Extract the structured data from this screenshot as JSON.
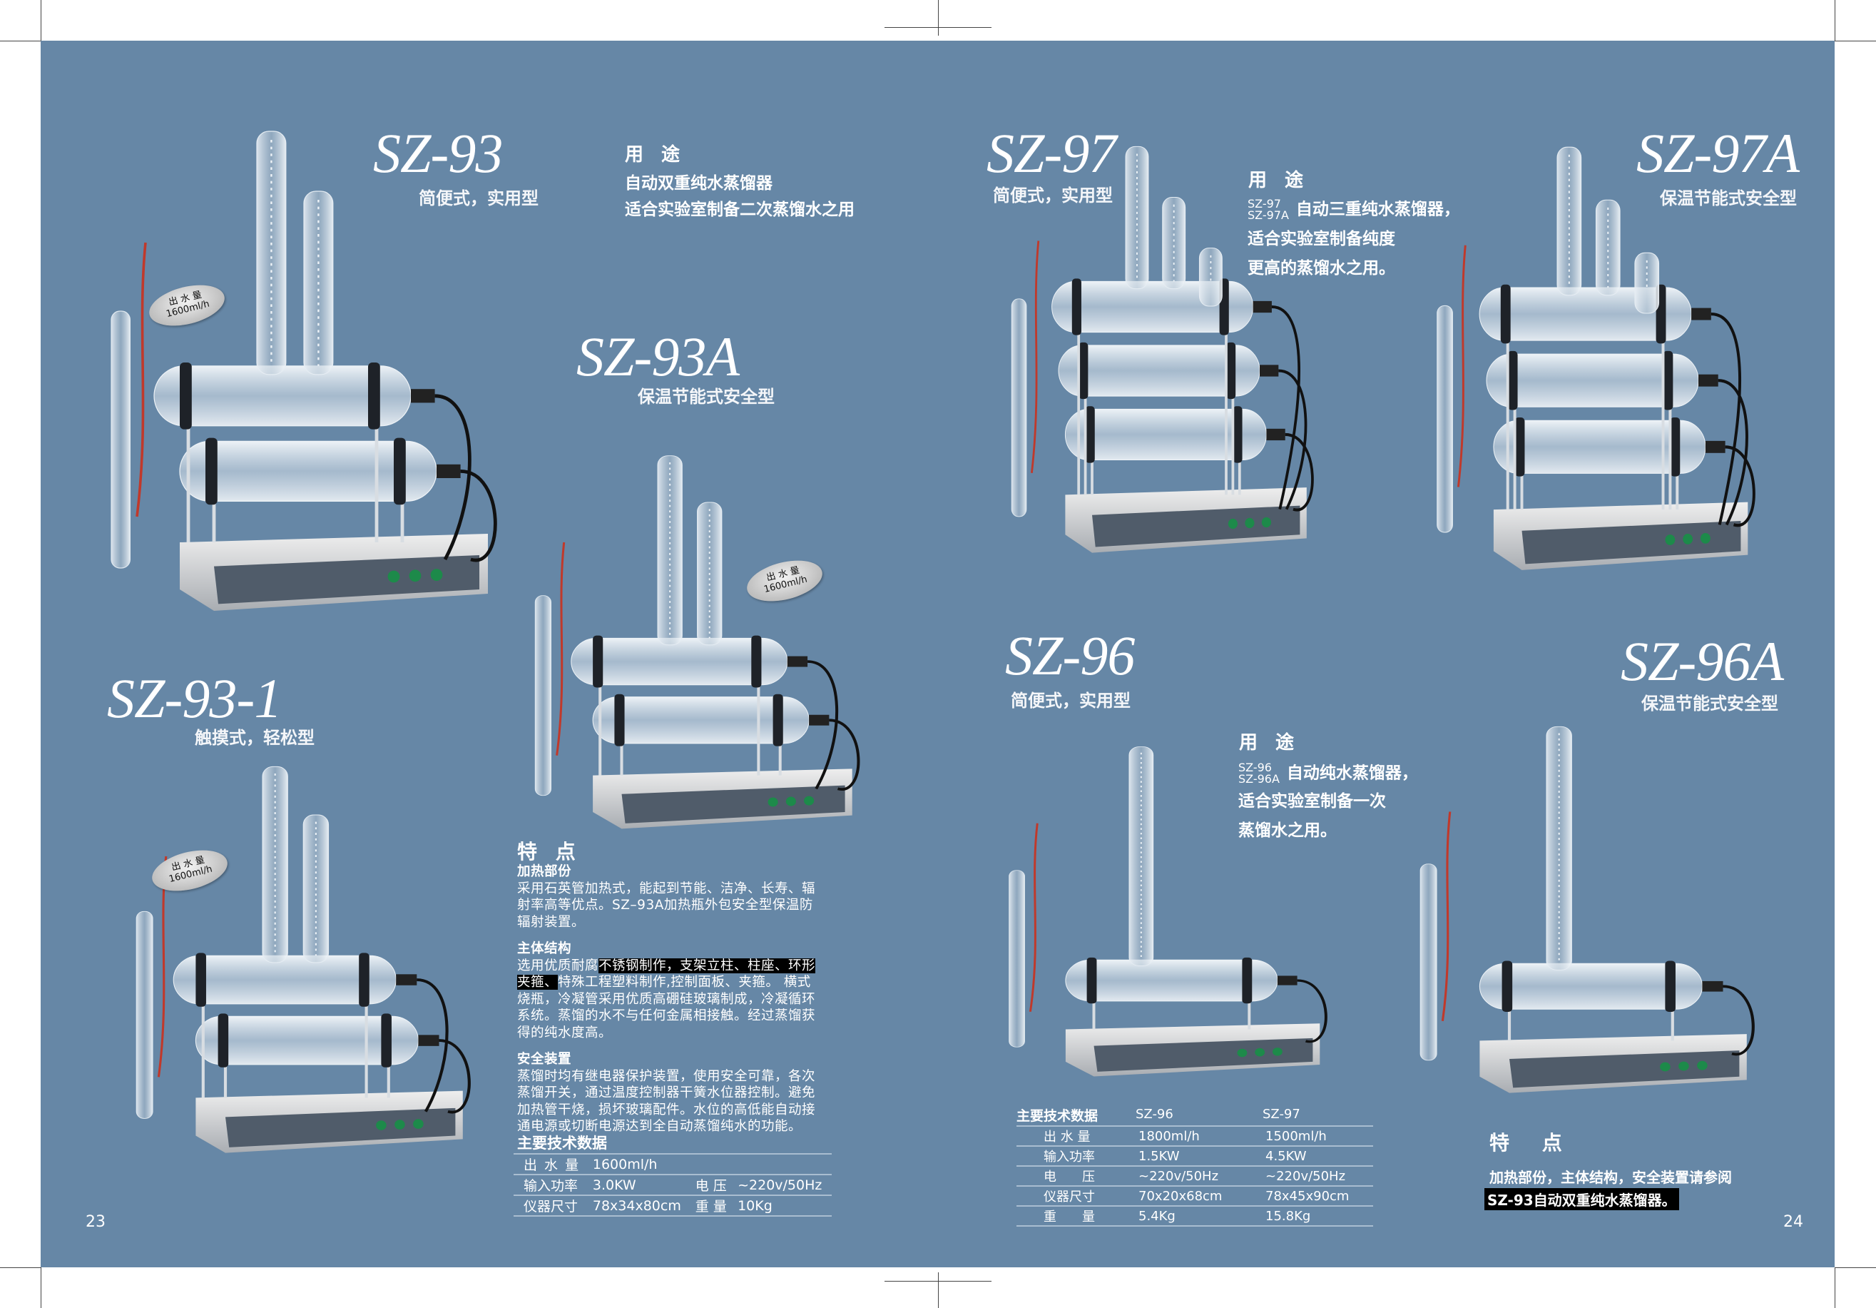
{
  "page_numbers": {
    "left": "23",
    "right": "24"
  },
  "products": {
    "sz93": {
      "model": "SZ-93",
      "subtitle": "简便式，实用型"
    },
    "sz93a": {
      "model": "SZ-93A",
      "subtitle": "保温节能式安全型"
    },
    "sz93_1": {
      "model": "SZ-93-1",
      "subtitle": "触摸式，轻松型"
    },
    "sz97": {
      "model": "SZ-97",
      "subtitle": "简便式，实用型"
    },
    "sz97a": {
      "model": "SZ-97A",
      "subtitle": "保温节能式安全型"
    },
    "sz96": {
      "model": "SZ-96",
      "subtitle": "简便式，实用型"
    },
    "sz96a": {
      "model": "SZ-96A",
      "subtitle": "保温节能式安全型"
    }
  },
  "badge": {
    "label": "出 水 量",
    "value": "1600ml/h"
  },
  "usage_93": {
    "heading": "用 途",
    "lines": [
      "自动双重纯水蒸馏器",
      "适合实验室制备二次蒸馏水之用"
    ]
  },
  "usage_97": {
    "heading": "用 途",
    "models": [
      "SZ-97",
      "SZ-97A"
    ],
    "lines": [
      "自动三重纯水蒸馏器，",
      "适合实验室制备纯度",
      "更高的蒸馏水之用。"
    ]
  },
  "usage_96": {
    "heading": "用 途",
    "models": [
      "SZ-96",
      "SZ-96A"
    ],
    "lines": [
      "自动纯水蒸馏器，",
      "适合实验室制备一次",
      "蒸馏水之用。"
    ]
  },
  "features_left": {
    "heading": "特 点",
    "heating": {
      "title": "加热部份",
      "text": "采用石英管加热式，能起到节能、洁净、长寿、辐射率高等优点。SZ–93A加热瓶外包安全型保温防辐射装置。"
    },
    "structure": {
      "title": "主体结构",
      "pre": "选用优质耐腐",
      "highlight": "不锈钢制作，支架立柱、柱座、环形夹箍、",
      "post": "特殊工程塑料制作,控制面板、夹箍。 横式烧瓶，冷凝管采用优质高硼硅玻璃制成，冷凝循环系统。蒸馏的水不与任何金属相接触。经过蒸馏获得的纯水度高。"
    },
    "safety": {
      "title": "安全装置",
      "text": "蒸馏时均有继电器保护装置，使用安全可靠，各次蒸馏开关，通过温度控制器干簧水位器控制。避免加热管干烧，损坏玻璃配件。水位的高低能自动接通电源或切断电源达到全自动蒸馏纯水的功能。"
    }
  },
  "specs_93": {
    "heading": "主要技术数据",
    "rows": [
      [
        "出 水 量",
        "1600ml/h",
        "",
        ""
      ],
      [
        "输入功率",
        "3.0KW",
        "电 压",
        "~220v/50Hz"
      ],
      [
        "仪器尺寸",
        "78x34x80cm",
        "重 量",
        "10Kg"
      ]
    ]
  },
  "specs_96_97": {
    "heading": "主要技术数据",
    "columns": [
      "SZ-96",
      "SZ-97"
    ],
    "rows": [
      [
        "出 水 量",
        "1800ml/h",
        "1500ml/h"
      ],
      [
        "输入功率",
        "1.5KW",
        "4.5KW"
      ],
      [
        "电　　压",
        "~220v/50Hz",
        "~220v/50Hz"
      ],
      [
        "仪器尺寸",
        "70x20x68cm",
        "78x45x90cm"
      ],
      [
        "重　　量",
        "5.4Kg",
        "15.8Kg"
      ]
    ]
  },
  "features_right": {
    "heading": "特 点",
    "text": "加热部份，主体结构，安全装置请参阅",
    "highlight": "SZ-93自动双重纯水蒸馏器。"
  },
  "colors": {
    "background": "#6687a6",
    "highlight": "#000000"
  }
}
